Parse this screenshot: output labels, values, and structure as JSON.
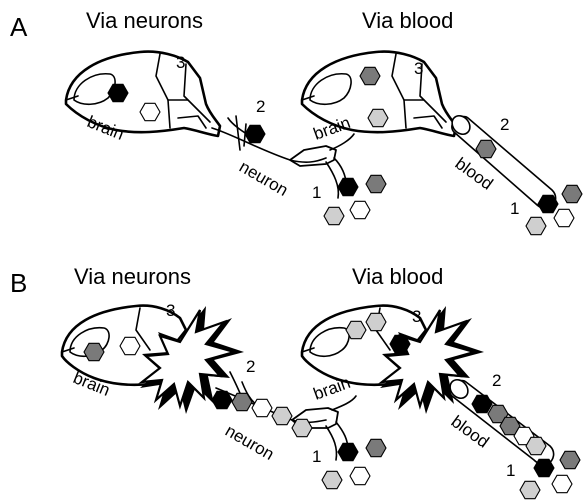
{
  "panel_a": {
    "letter": "A",
    "left": {
      "heading": "Via neurons",
      "brain": "brain",
      "neuron": "neuron",
      "num1": "1",
      "num2": "2",
      "num3": "3"
    },
    "right": {
      "heading": "Via blood",
      "brain": "brain",
      "blood": "blood",
      "num1": "1",
      "num2": "2",
      "num3": "3"
    }
  },
  "panel_b": {
    "letter": "B",
    "left": {
      "heading": "Via neurons",
      "brain": "brain",
      "neuron": "neuron",
      "num1": "1",
      "num2": "2",
      "num3": "3"
    },
    "right": {
      "heading": "Via blood",
      "brain": "brain",
      "blood": "blood",
      "num1": "1",
      "num2": "2",
      "num3": "3"
    }
  },
  "colors": {
    "black": "#000000",
    "dark_gray": "#7a7a7a",
    "light_gray": "#cfcfcf",
    "white": "#ffffff"
  }
}
